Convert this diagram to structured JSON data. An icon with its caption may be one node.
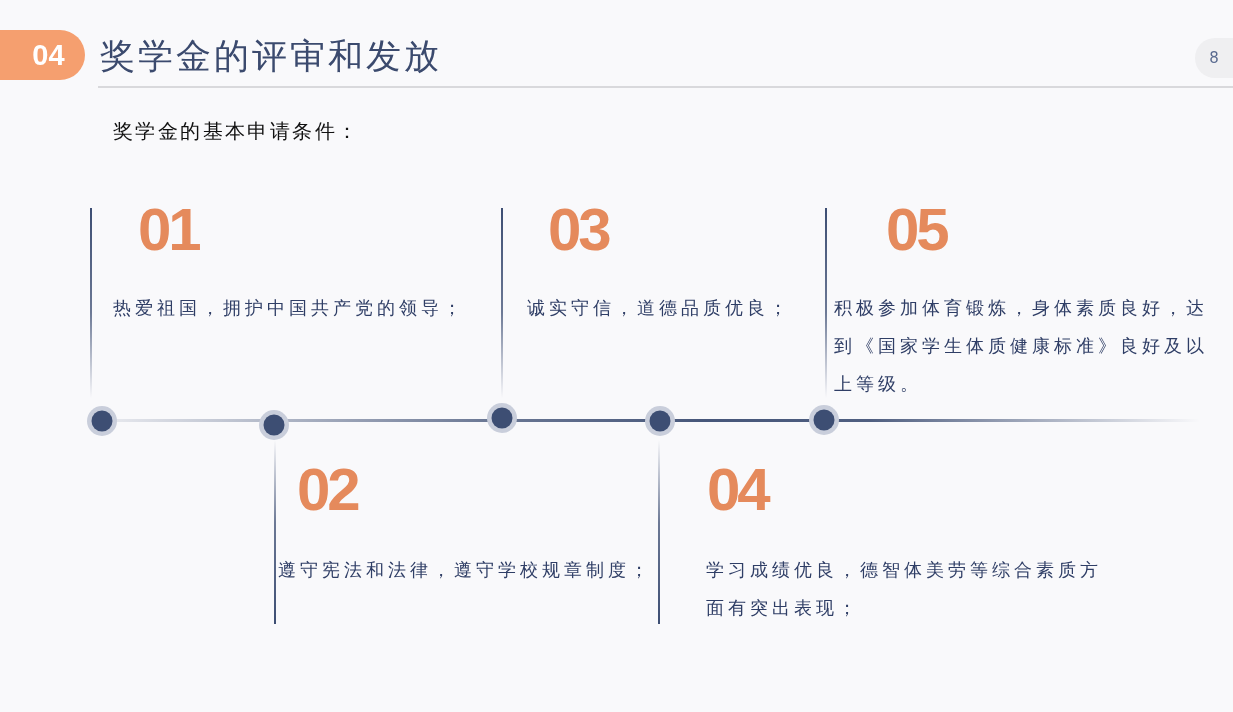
{
  "diagram": {
    "title": "奖学金的评审和发放",
    "nodes": [
      {
        "text": [
          "01",
          "热爱祖国，拥护中国共产党的领导；"
        ]
      },
      {
        "text": [
          "02",
          "遵守宪法和法律，遵守学校规章制度；"
        ]
      },
      {
        "text": [
          "03",
          "诚实守信，道德品质优良；"
        ]
      },
      {
        "text": [
          "04",
          "学习成绩优良，德智体美劳等综合素质方面有突出表现；"
        ]
      },
      {
        "text": [
          "05",
          "积极参加体育锻炼，身体素质良好，达到《国家学生体质健康标准》良好及以上等级。"
        ]
      }
    ],
    "labels": [
      "04",
      "8",
      "奖学金的基本申请条件："
    ]
  }
}
